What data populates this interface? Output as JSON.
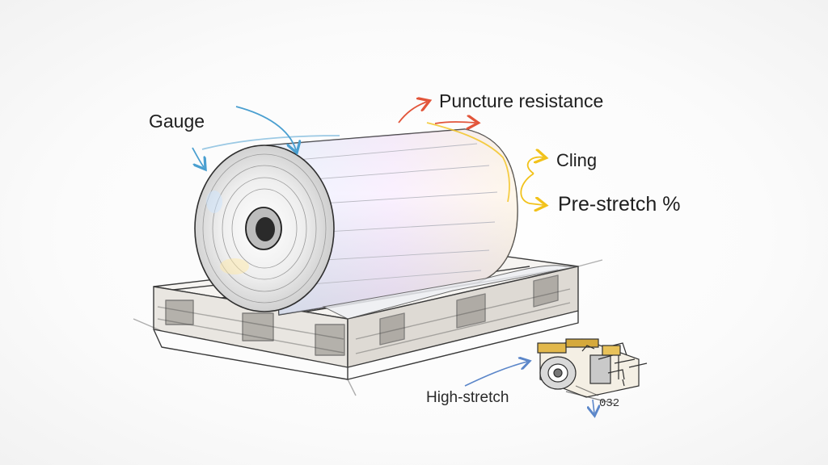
{
  "labels": {
    "gauge": "Gauge",
    "puncture": "Puncture resistance",
    "cling": "Cling",
    "prestretch": "Pre-stretch %",
    "highstretch": "High-stretch",
    "code": "032"
  },
  "colors": {
    "gauge_arrow": "#4a9fd0",
    "puncture_arrow": "#e2553a",
    "cling_arrow": "#f2c21a",
    "highstretch_arrow": "#5b86c9",
    "pencil": "#3a3a3a"
  }
}
